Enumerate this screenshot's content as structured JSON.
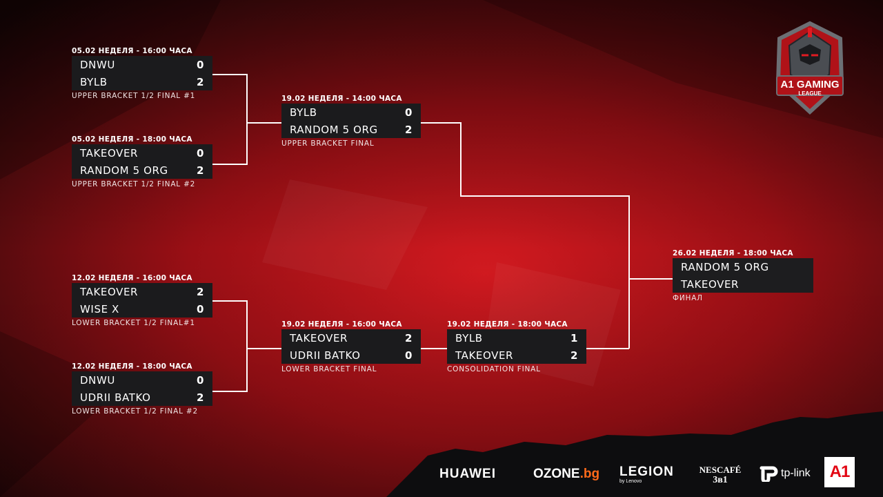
{
  "matches": [
    {
      "id": "ub_sf1",
      "date": "05.02 НЕДЕЛЯ - 16:00 ЧАСА",
      "teams": [
        {
          "name": "DNWU",
          "score": "0"
        },
        {
          "name": "BYLB",
          "score": "2"
        }
      ],
      "label": "UPPER BRACKET 1/2 FINAL #1"
    },
    {
      "id": "ub_sf2",
      "date": "05.02 НЕДЕЛЯ - 18:00 ЧАСА",
      "teams": [
        {
          "name": "TAKEOVER",
          "score": "0"
        },
        {
          "name": "RANDOM 5 ORG",
          "score": "2"
        }
      ],
      "label": "UPPER BRACKET 1/2 FINAL #2"
    },
    {
      "id": "ub_f",
      "date": "19.02 НЕДЕЛЯ - 14:00 ЧАСА",
      "teams": [
        {
          "name": "BYLB",
          "score": "0"
        },
        {
          "name": "RANDOM 5 ORG",
          "score": "2"
        }
      ],
      "label": "UPPER BRACKET FINAL"
    },
    {
      "id": "lb_sf1",
      "date": "12.02 НЕДЕЛЯ - 16:00 ЧАСА",
      "teams": [
        {
          "name": "TAKEOVER",
          "score": "2"
        },
        {
          "name": "WISE X",
          "score": "0"
        }
      ],
      "label": "LOWER BRACKET 1/2 FINAL#1"
    },
    {
      "id": "lb_sf2",
      "date": "12.02 НЕДЕЛЯ - 18:00 ЧАСА",
      "teams": [
        {
          "name": "DNWU",
          "score": "0"
        },
        {
          "name": "UDRII BATKO",
          "score": "2"
        }
      ],
      "label": "LOWER BRACKET 1/2 FINAL #2"
    },
    {
      "id": "lb_f",
      "date": "19.02 НЕДЕЛЯ - 16:00 ЧАСА",
      "teams": [
        {
          "name": "TAKEOVER",
          "score": "2"
        },
        {
          "name": "UDRII BATKO",
          "score": "0"
        }
      ],
      "label": "LOWER BRACKET FINAL"
    },
    {
      "id": "cons_f",
      "date": "19.02 НЕДЕЛЯ - 18:00 ЧАСА",
      "teams": [
        {
          "name": "BYLB",
          "score": "1"
        },
        {
          "name": "TAKEOVER",
          "score": "2"
        }
      ],
      "label": "CONSOLIDATION FINAL"
    },
    {
      "id": "grand_f",
      "date": "26.02 НЕДЕЛЯ - 18:00 ЧАСА",
      "teams": [
        {
          "name": "RANDOM 5 ORG",
          "score": ""
        },
        {
          "name": "TAKEOVER",
          "score": ""
        }
      ],
      "label": "ФИНАЛ"
    }
  ],
  "logo": {
    "line1": "A1 GAMING",
    "line2": "LEAGUE"
  },
  "sponsors": [
    {
      "name": "HUAWEI"
    },
    {
      "name": "OZONE",
      "suffix": ".bg"
    },
    {
      "name": "LEGION",
      "sub": "by Lenovo"
    },
    {
      "name": "NESCAFÉ",
      "sub": "3в1"
    },
    {
      "name": "tp-link"
    },
    {
      "name": "A1"
    }
  ],
  "colors": {
    "bg_dark": "#2a0b0d",
    "bg_red": "#c8151c",
    "panel": "#1b1b1d",
    "line": "#ffffff",
    "a1_red": "#e20613"
  }
}
